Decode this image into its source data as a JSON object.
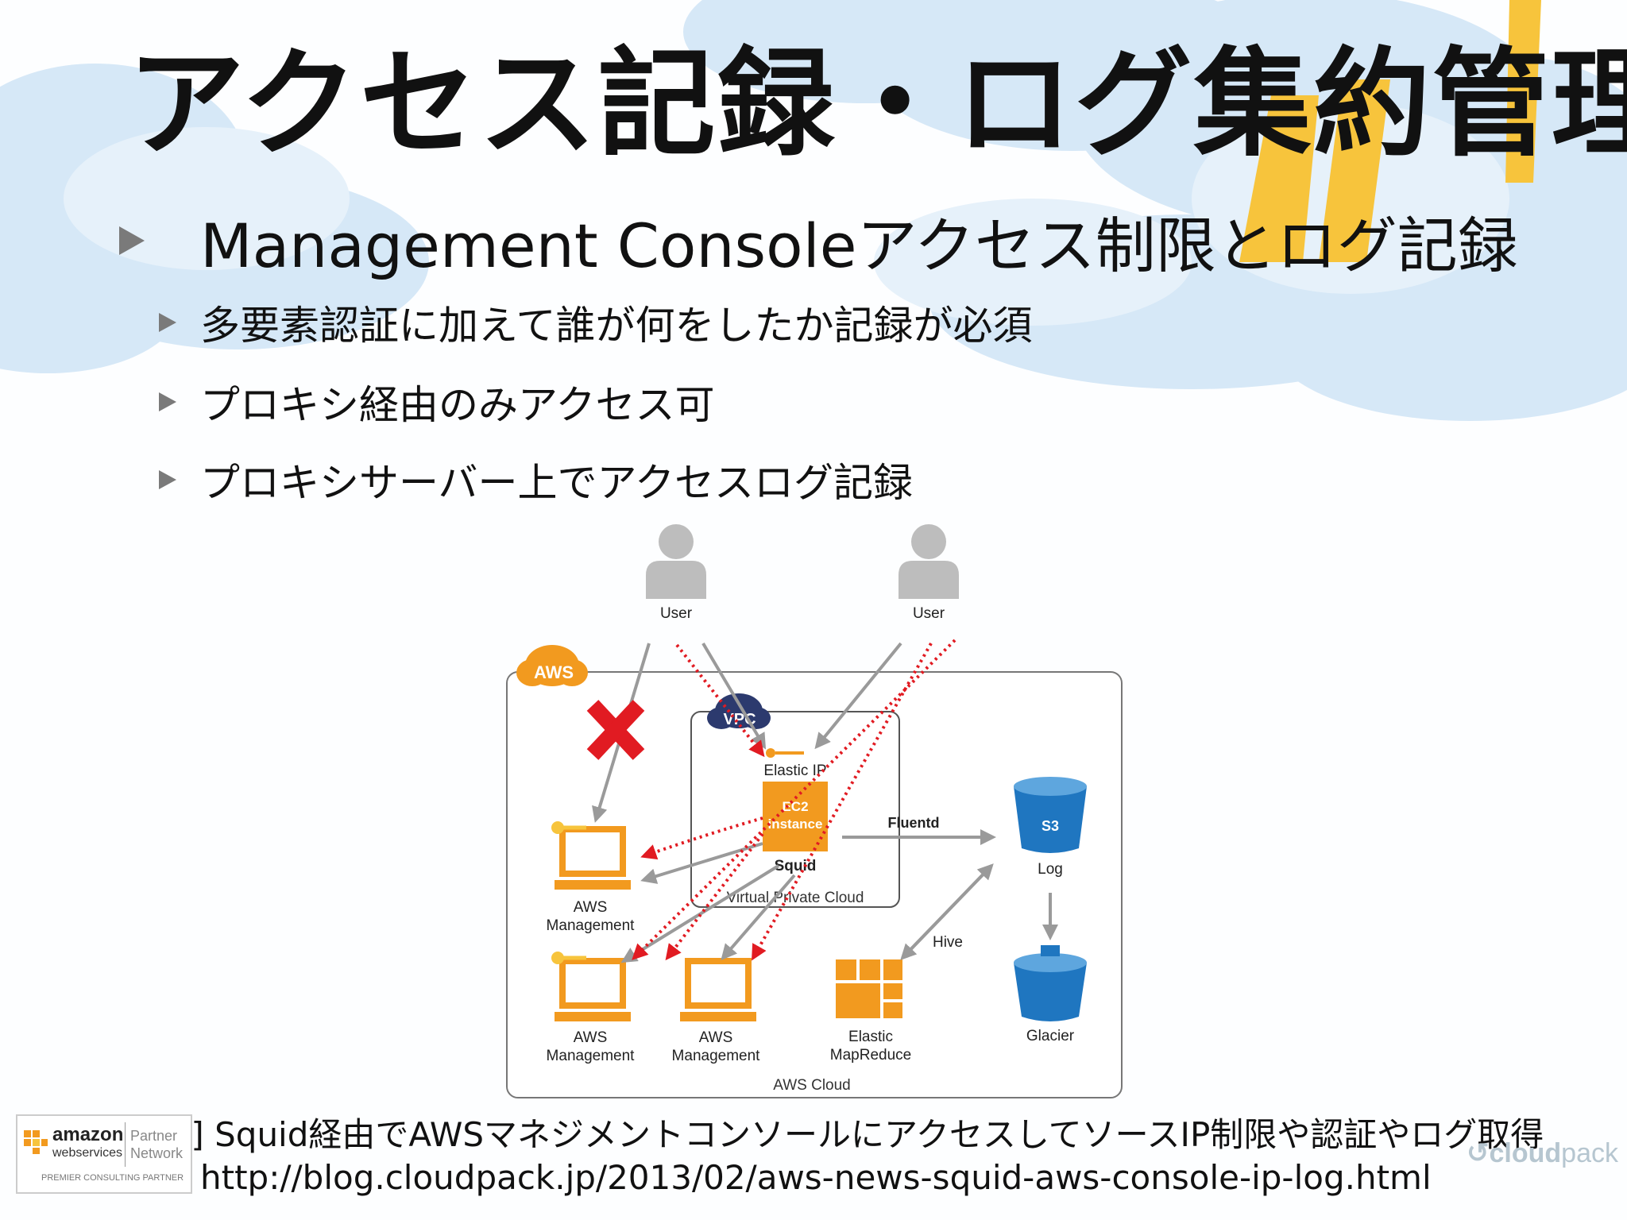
{
  "slide": {
    "title": "アクセス記録・ログ集約管理",
    "bullet_main": "Management Consoleアクセス制限とログ記録",
    "sub_bullets": [
      "多要素認証に加えて誰が何をしたか記録が必須",
      "プロキシ経由のみアクセス可",
      "プロキシサーバー上でアクセスログ記録"
    ],
    "reference": "[参考] Squid経由でAWSマネジメントコンソールにアクセスしてソースIP制限や認証やログ取得",
    "url": "http://blog.cloudpack.jp/2013/02/aws-news-squid-aws-console-ip-log.html"
  },
  "diagram": {
    "aws_badge": "AWS",
    "vpc_badge": "VPC",
    "users": [
      "User",
      "User"
    ],
    "elastic_ip": "Elastic IP",
    "ec2_line1": "EC2",
    "ec2_line2": "instance",
    "squid": "Squid",
    "vpc_label": "Virtual Private Cloud",
    "fluentd": "Fluentd",
    "s3": "S3",
    "log": "Log",
    "glacier": "Glacier",
    "hive": "Hive",
    "emr_line1": "Elastic",
    "emr_line2": "MapReduce",
    "aws_mgmt_line1": "AWS",
    "aws_mgmt_line2": "Management",
    "aws_cloud": "AWS Cloud"
  },
  "logos": {
    "amazon": "amazon",
    "webservices": "webservices",
    "partner": "Partner",
    "network": "Network",
    "premier": "PREMIER CONSULTING PARTNER",
    "cloudpack_a": "cloud",
    "cloudpack_b": "pack"
  },
  "colors": {
    "aws_orange": "#f29a1f",
    "s3_blue": "#1f76c0",
    "red_x": "#e11b22",
    "arrow_gray": "#9a9a9a",
    "cloud_blue": "#cfe4f5",
    "banner_yellow": "#f7c43c"
  },
  "icons": [
    "user-icon",
    "aws-badge-icon",
    "vpc-cloud-icon",
    "red-x-icon",
    "monitor-icon",
    "key-icon",
    "bucket-icon",
    "emr-icon",
    "bullet-triangle-icon"
  ]
}
